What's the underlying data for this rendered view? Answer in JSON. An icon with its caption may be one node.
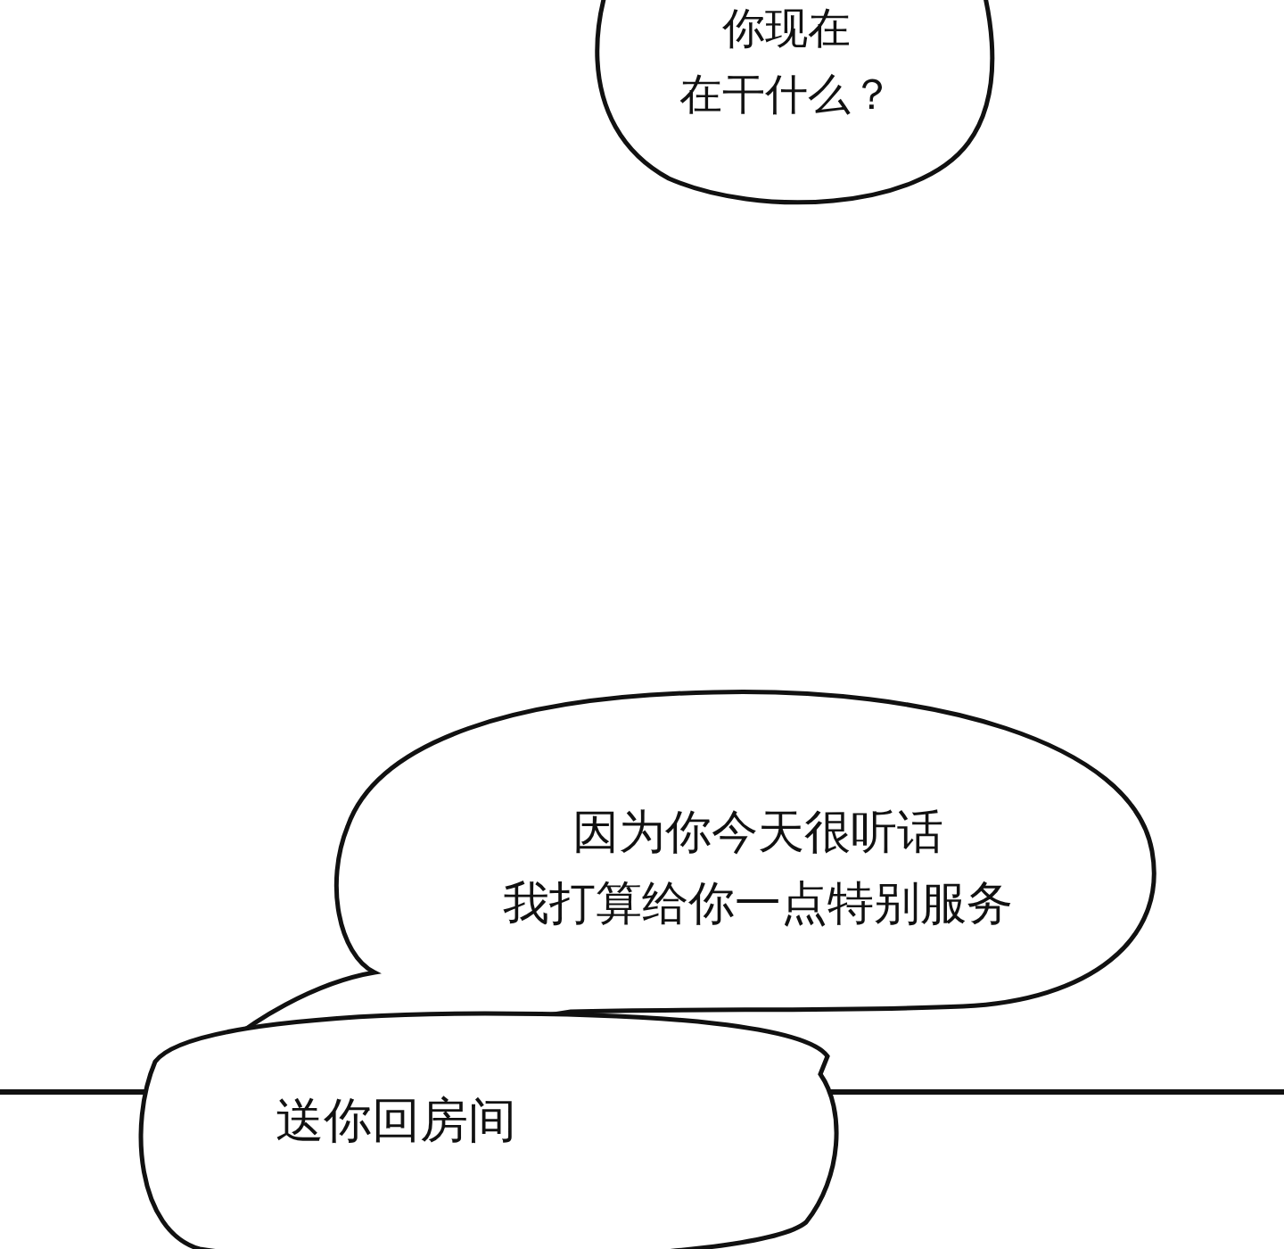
{
  "diagram": {
    "nodes": [
      {
        "text": [
          "你现在在干什么？"
        ]
      },
      {
        "text": [
          "因为你今天很听话我打算给你一点特别服务"
        ]
      },
      {
        "text": [
          "送你回房间"
        ]
      }
    ]
  }
}
